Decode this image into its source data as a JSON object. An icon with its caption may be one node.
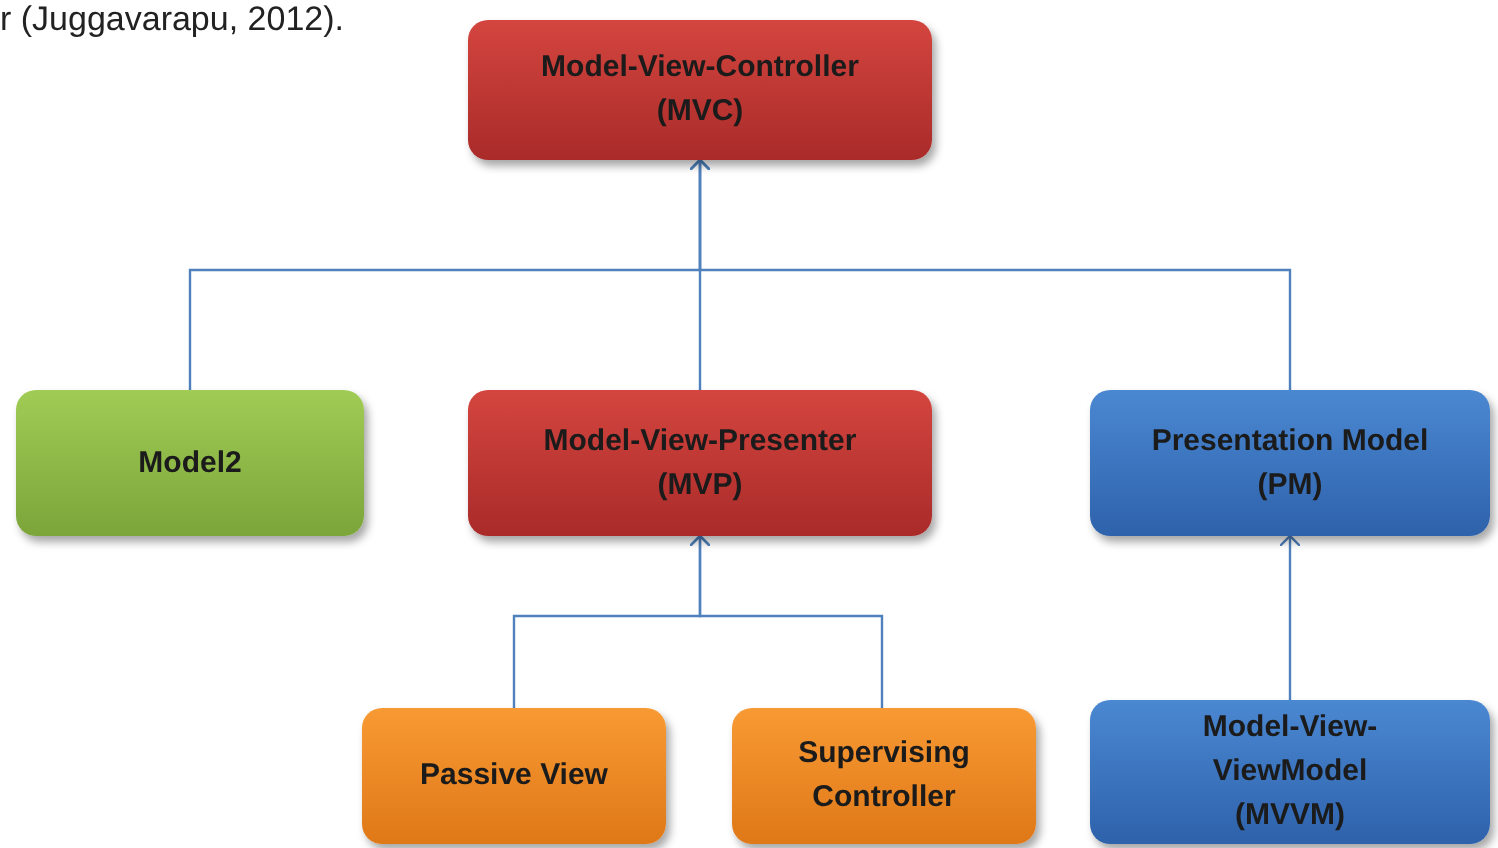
{
  "diagram": {
    "nodes": [
      {
        "text": [
          "Model-View-Controller (MVC)"
        ]
      },
      {
        "text": [
          "Model2"
        ]
      },
      {
        "text": [
          "Model-View-Presenter (MVP)"
        ]
      },
      {
        "text": [
          "Presentation Model (PM)"
        ]
      },
      {
        "text": [
          "Passive View"
        ]
      },
      {
        "text": [
          "Supervising Controller"
        ]
      },
      {
        "text": [
          "Model-View- ViewModel (MVVM)"
        ]
      }
    ],
    "edges": [
      {
        "from": 1,
        "to": 0,
        "arrow": "to"
      },
      {
        "from": 2,
        "to": 0,
        "arrow": "to"
      },
      {
        "from": 3,
        "to": 0,
        "arrow": "to"
      },
      {
        "from": 4,
        "to": 2,
        "arrow": "to"
      },
      {
        "from": 5,
        "to": 2,
        "arrow": "to"
      },
      {
        "from": 6,
        "to": 3,
        "arrow": "to"
      }
    ],
    "labels": [
      "r (Juggavarapu, 2012)."
    ]
  }
}
